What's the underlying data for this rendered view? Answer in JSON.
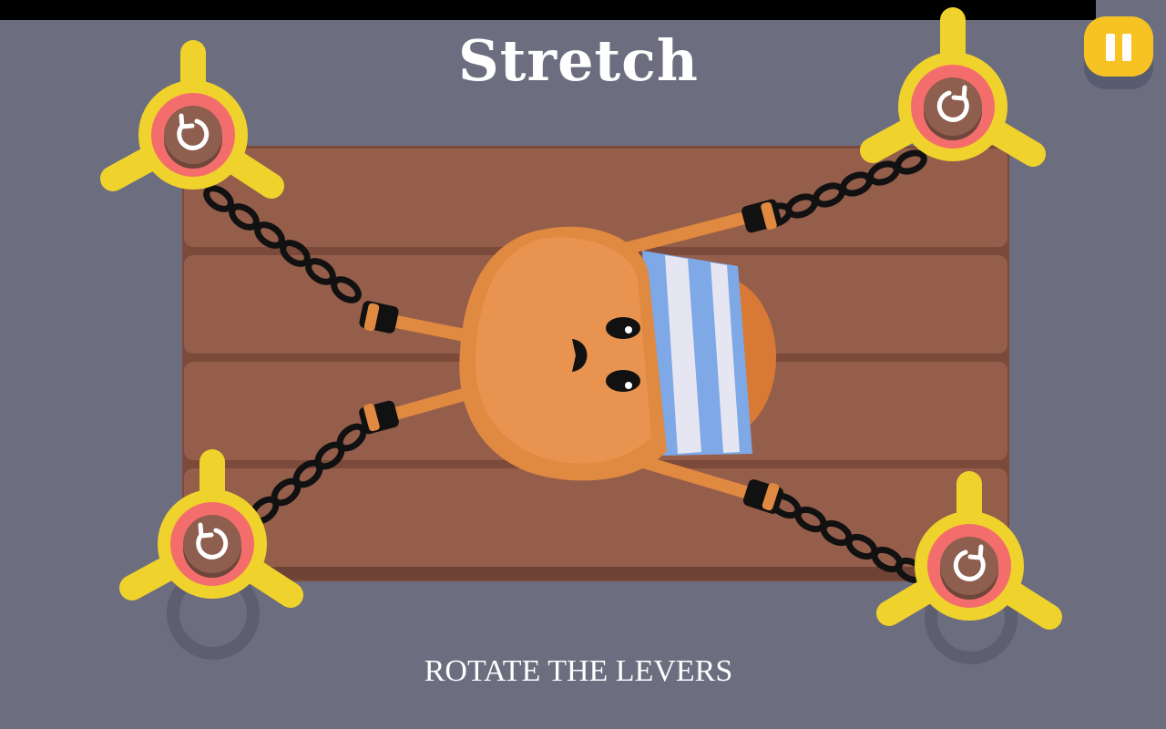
{
  "game": {
    "title": "Stretch",
    "instruction": "ROTATE THE LEVERS"
  },
  "hud": {
    "pause_icon": "pause-icon"
  },
  "levers": [
    {
      "id": "top-left",
      "rotation_icon": "rotate-counterclockwise-icon"
    },
    {
      "id": "top-right",
      "rotation_icon": "rotate-clockwise-icon"
    },
    {
      "id": "bottom-left",
      "rotation_icon": "rotate-counterclockwise-icon"
    },
    {
      "id": "bottom-right",
      "rotation_icon": "rotate-clockwise-icon"
    }
  ],
  "colors": {
    "background": "#6c6e7f",
    "table_wood": "#955e4a",
    "lever_yellow": "#f0d22c",
    "lever_ring": "#f46d6d",
    "lever_knob": "#8e5e4f",
    "character_orange": "#e08940",
    "shirt_blue": "#7ea8e6",
    "pause_button": "#f6c322"
  }
}
